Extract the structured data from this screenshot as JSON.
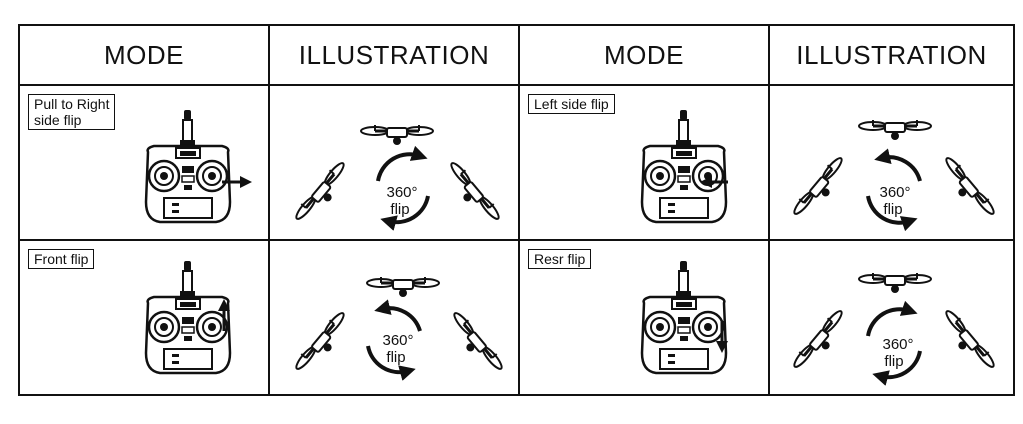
{
  "headers": {
    "mode_left": "MODE",
    "illustration_left": "ILLUSTRATION",
    "mode_right": "MODE",
    "illustration_right": "ILLUSTRATION"
  },
  "rows": [
    {
      "left": {
        "mode_label_line1": "Pull to Right",
        "mode_label_line2": "side flip",
        "flip_degrees": "360°",
        "flip_word": "flip"
      },
      "right": {
        "mode_label": "Left side flip",
        "flip_degrees": "360°",
        "flip_word": "flip"
      }
    },
    {
      "left": {
        "mode_label": "Front flip",
        "flip_degrees": "360°",
        "flip_word": "flip"
      },
      "right": {
        "mode_label": "Resr flip",
        "flip_degrees": "360°",
        "flip_word": "flip"
      }
    }
  ],
  "icons": [
    "transmitter-icon",
    "drone-icon",
    "rotation-arrow-icon",
    "direction-arrow-icon"
  ]
}
